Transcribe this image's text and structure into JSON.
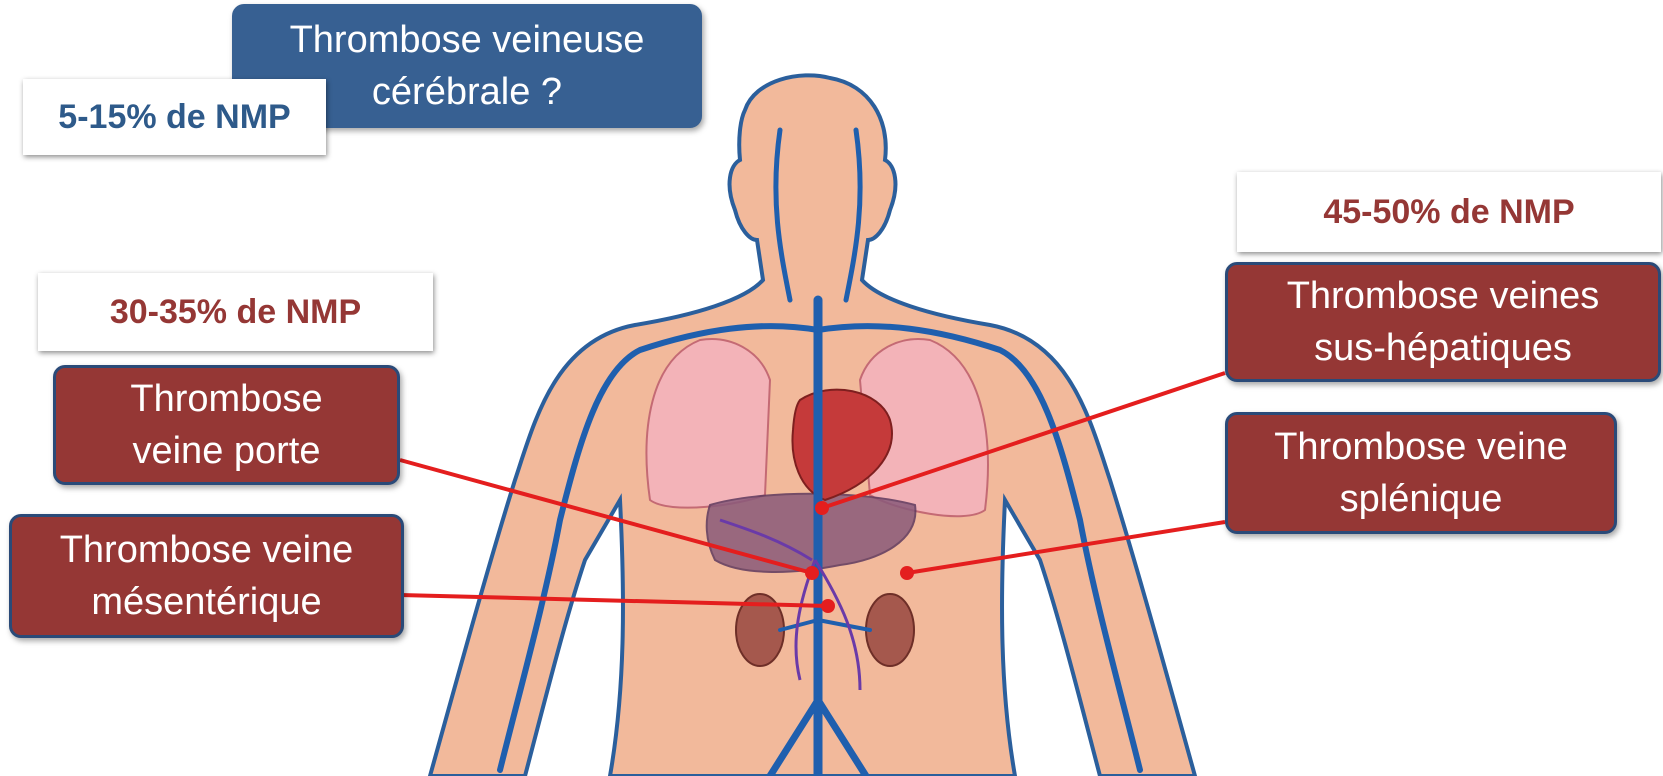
{
  "callouts": {
    "cerebral": "Thrombose veineuse\ncérébrale ?",
    "porte": "Thrombose\nveine porte",
    "mesenterique": "Thrombose veine\nmésentérique",
    "sus_hepatiques": "Thrombose veines\nsus-hépatiques",
    "splenique": "Thrombose veine\nsplénique"
  },
  "stats": {
    "cerebral": "5-15% de NMP",
    "portal_group": "30-35% de NMP",
    "hepatic_group": "45-50% de NMP"
  },
  "colors": {
    "callout_red": "#953735",
    "callout_blue": "#376092",
    "stat_red_text": "#953735",
    "stat_blue_text": "#2e5a8a",
    "skin": "#f2b99b",
    "vein": "#1f5fae",
    "connector": "#e41e1e"
  }
}
